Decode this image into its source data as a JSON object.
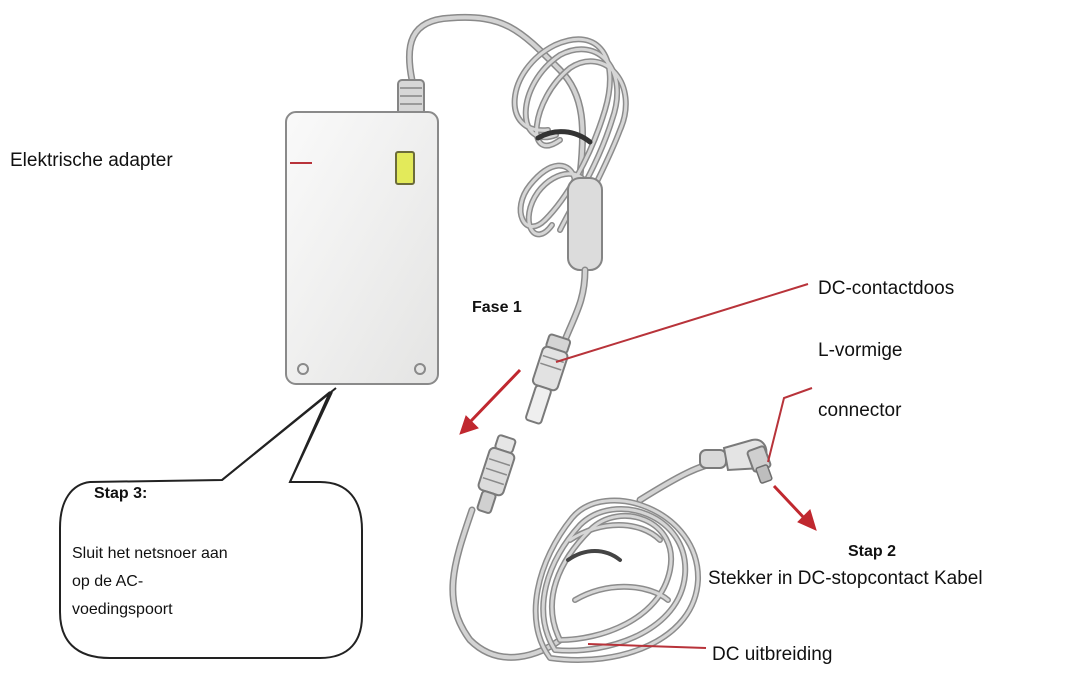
{
  "labels": {
    "adapter": "Elektrische adapter",
    "fase1": "Fase 1",
    "dc_socket": "DC-contactdoos",
    "l_shaped": "L-vormige",
    "connector": "connector",
    "step2_title": "Stap 2",
    "step2_desc": "Stekker in DC-stopcontact Kabel",
    "dc_extension": "DC uitbreiding"
  },
  "callout": {
    "title": "Stap 3:",
    "lines": [
      "Sluit het netsnoer aan",
      "op de AC-",
      "voedingspoort"
    ]
  },
  "colors": {
    "pointer_line": "#b8333a",
    "arrow": "#c0282f",
    "adapter_body": "#f1f1f0",
    "adapter_outline": "#8a8a8a",
    "indicator_light": "#e3ea5a",
    "cable": "#b9b9b9",
    "cable_dark": "#7d7d7d",
    "callout_outline": "#222222"
  }
}
